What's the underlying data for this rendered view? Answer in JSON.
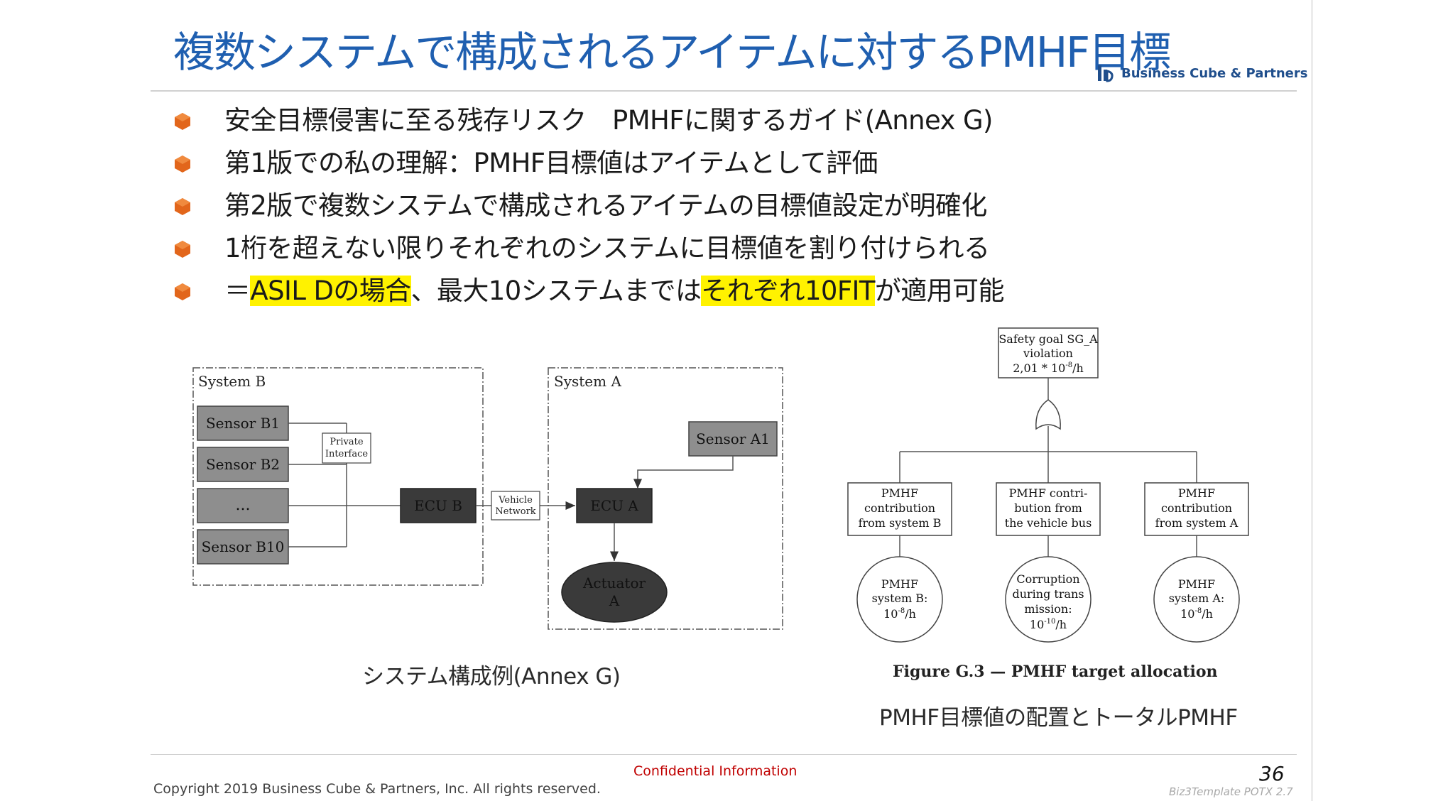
{
  "header": {
    "title": "複数システムで構成されるアイテムに対するPMHF目標",
    "logo_text": "Business Cube & Partners"
  },
  "bullets": [
    {
      "text": "安全目標侵害に至る残存リスク　PMHFに関するガイド(Annex G)"
    },
    {
      "text": "第1版での私の理解：PMHF目標値はアイテムとして評価"
    },
    {
      "text": "第2版で複数システムで構成されるアイテムの目標値設定が明確化"
    },
    {
      "text": "1桁を超えない限りそれぞれのシステムに目標値を割り付けられる"
    },
    {
      "pre": "＝",
      "hl1": "ASIL Dの場合",
      "mid": "、最大10システムまでは",
      "hl2": "それぞれ10FIT",
      "post": "が適用可能"
    }
  ],
  "system_diagram": {
    "system_b_label": "System B",
    "system_a_label": "System A",
    "sensor_b1": "Sensor B1",
    "sensor_b2": "Sensor B2",
    "sensor_ellipsis": "...",
    "sensor_b10": "Sensor B10",
    "private_interface_1": "Private",
    "private_interface_2": "Interface",
    "ecu_b": "ECU B",
    "vehicle_network_1": "Vehicle",
    "vehicle_network_2": "Network",
    "ecu_a": "ECU A",
    "sensor_a1": "Sensor A1",
    "actuator_1": "Actuator",
    "actuator_2": "A",
    "caption": "システム構成例(Annex G)"
  },
  "fault_tree": {
    "top_1": "Safety goal SG_A",
    "top_2": "violation",
    "top_3": "2,01 * 10",
    "top_3_exp": "-8",
    "top_3_unit": "/h",
    "box_b": [
      "PMHF",
      "contribution",
      "from system B"
    ],
    "box_bus": [
      "PMHF contri-",
      "bution from",
      "the vehicle bus"
    ],
    "box_a": [
      "PMHF",
      "contribution",
      "from system A"
    ],
    "circle_b": {
      "l1": "PMHF",
      "l2": "system B:",
      "base": "10",
      "exp": "-8",
      "unit": "/h"
    },
    "circle_bus": {
      "l1": "Corruption",
      "l2": "during trans",
      "l3": "mission:",
      "base": "10",
      "exp": "-10",
      "unit": "/h"
    },
    "circle_a": {
      "l1": "PMHF",
      "l2": "system A:",
      "base": "10",
      "exp": "-8",
      "unit": "/h"
    },
    "figure_caption": "Figure G.3 — PMHF target allocation",
    "caption": "PMHF目標値の配置とトータルPMHF"
  },
  "footer": {
    "confidential": "Confidential Information",
    "page_number": "36",
    "copyright": "Copyright 2019 Business Cube & Partners, Inc. All rights reserved.",
    "template": "Biz3Template POTX 2.7"
  },
  "colors": {
    "title": "#1f5fb0",
    "bullet": "#e2661b",
    "highlight": "#fff200",
    "confidential": "#c00000"
  }
}
